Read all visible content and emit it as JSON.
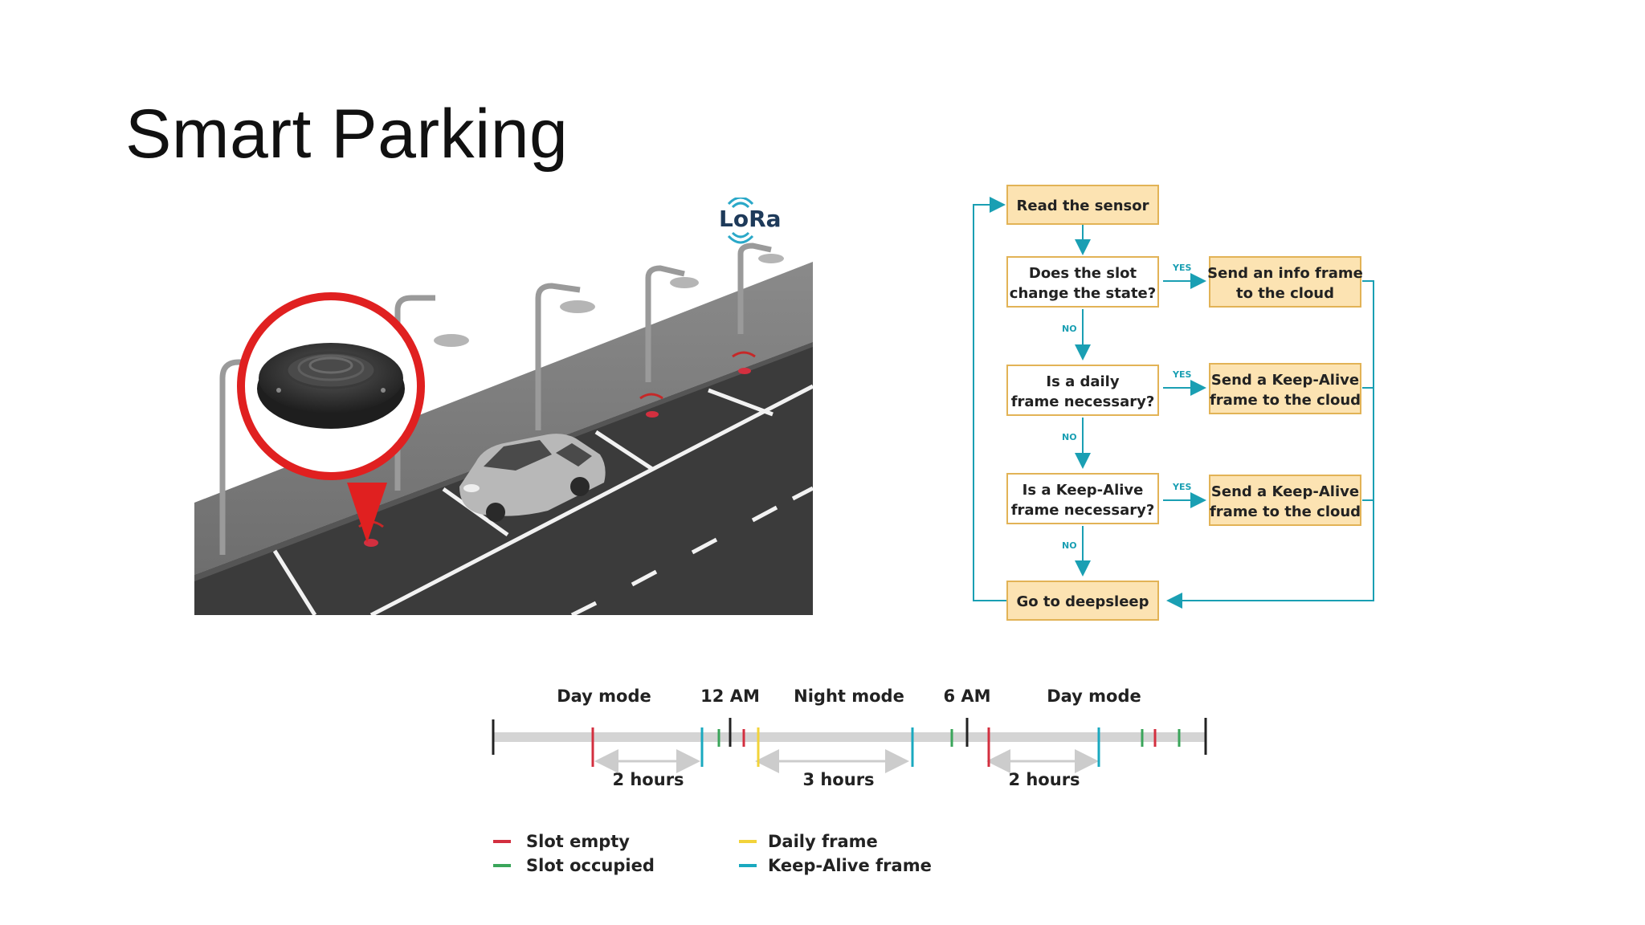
{
  "title": "Smart Parking",
  "illustration": {
    "logo_text": "LoRa"
  },
  "flowchart": {
    "start": "Read the sensor",
    "q1": [
      "Does the slot",
      "change the state?"
    ],
    "q2": [
      "Is a daily",
      "frame necessary?"
    ],
    "q3": [
      "Is a Keep-Alive",
      "frame necessary?"
    ],
    "a1": [
      "Send an info frame",
      "to the cloud"
    ],
    "a2": [
      "Send a Keep-Alive",
      "frame to the cloud"
    ],
    "a3": [
      "Send a Keep-Alive",
      "frame to the cloud"
    ],
    "end": "Go to deepsleep",
    "yes_label": "YES",
    "no_label": "NO",
    "colors": {
      "box_fill": "#fce3b2",
      "box_stroke": "#e2b356",
      "arrow": "#1a9fb3"
    }
  },
  "timeline": {
    "labels": {
      "day_mode_1": "Day mode",
      "midnight": "12 AM",
      "night_mode": "Night mode",
      "six_am": "6 AM",
      "day_mode_2": "Day mode"
    },
    "intervals": [
      "2 hours",
      "3 hours",
      "2 hours"
    ],
    "legend": [
      {
        "label": "Slot empty",
        "color": "#d32f3f"
      },
      {
        "label": "Slot occupied",
        "color": "#3aa55a"
      },
      {
        "label": "Daily frame",
        "color": "#f2d33a"
      },
      {
        "label": "Keep-Alive frame",
        "color": "#1aa9bf"
      }
    ]
  }
}
